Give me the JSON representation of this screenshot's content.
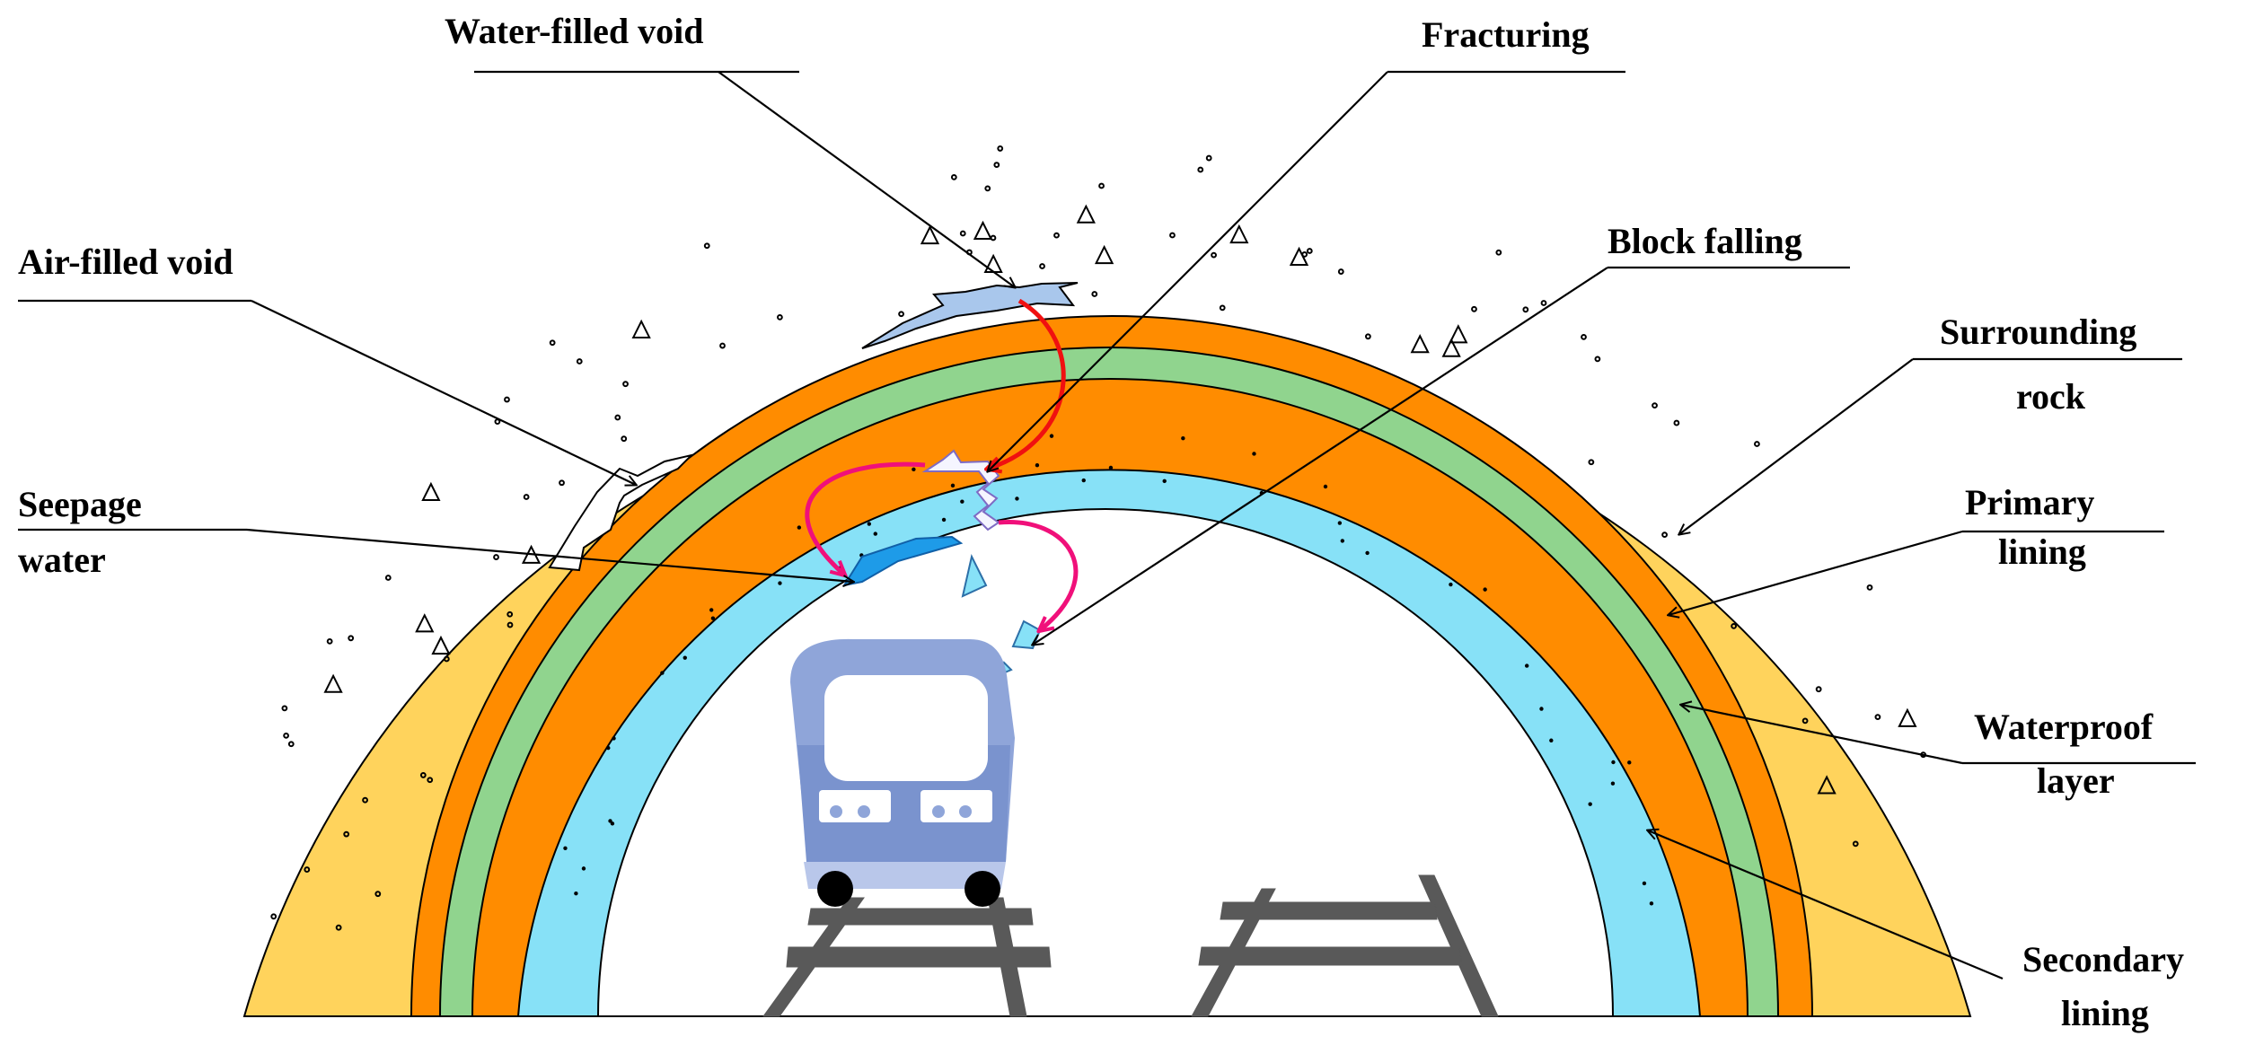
{
  "labels": {
    "water_filled_void": "Water-filled void",
    "fracturing": "Fracturing",
    "air_filled_void": "Air-filled void",
    "block_falling": "Block falling",
    "surrounding_rock_1": "Surrounding",
    "surrounding_rock_2": "rock",
    "seepage_water_1": "Seepage",
    "seepage_water_2": "water",
    "primary_lining_1": "Primary",
    "primary_lining_2": "lining",
    "waterproof_layer_1": "Waterproof",
    "waterproof_layer_2": "layer",
    "secondary_lining_1": "Secondary",
    "secondary_lining_2": "lining"
  },
  "colors": {
    "surrounding_rock": "#FFD35C",
    "primary_lining": "#FF8C00",
    "waterproof_layer": "#90D48E",
    "secondary_lining": "#87E1F7",
    "water_void": "#A9C7EC",
    "seepage": "#1E9BE8",
    "train": "#8FA5D9",
    "track": "#595959",
    "red_arrow": "#F01010",
    "pink_arrow": "#F0107A"
  },
  "icons": {
    "train": "train-icon",
    "track": "railway-track-icon"
  }
}
